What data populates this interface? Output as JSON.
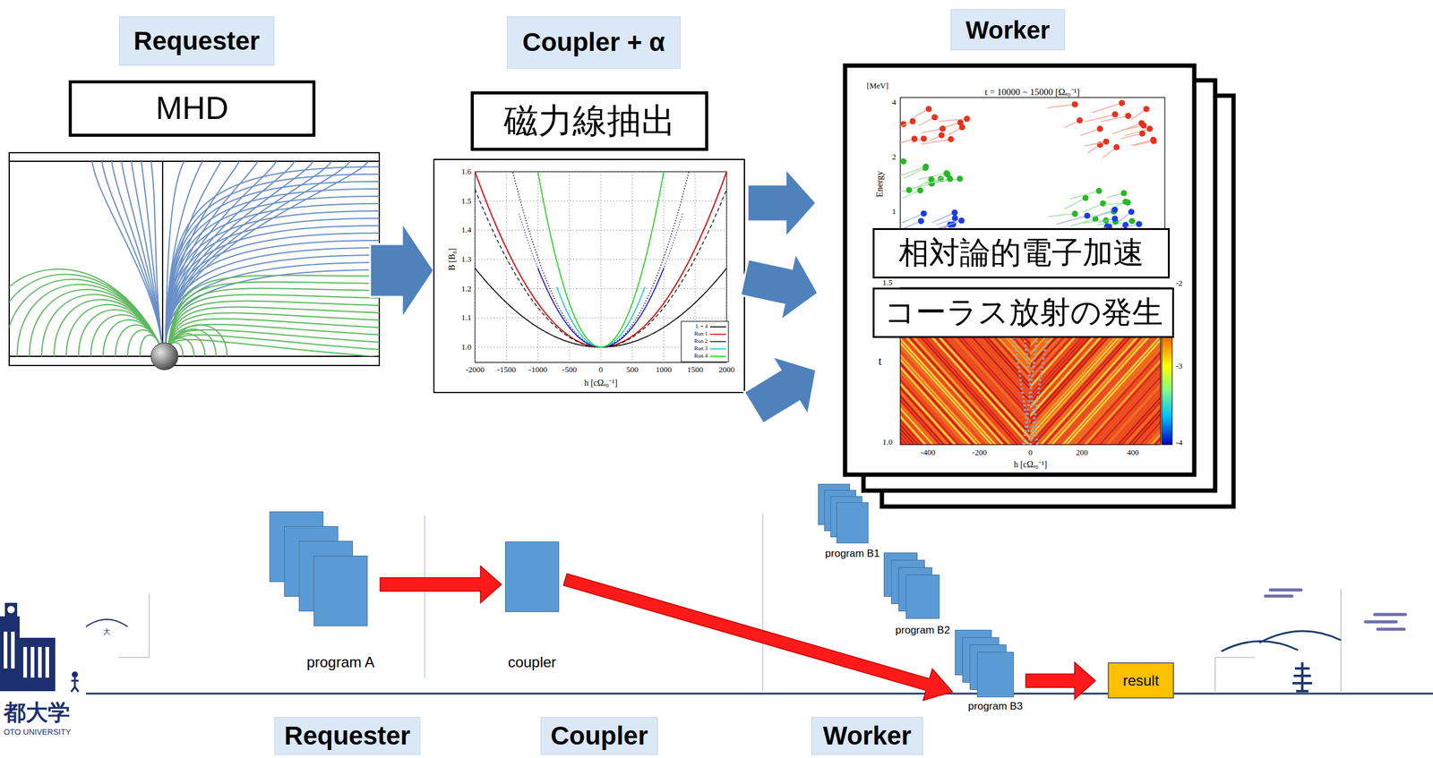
{
  "diagram": {
    "nodes": [
      {
        "text": [
          "Requester"
        ]
      },
      {
        "text": [
          "MHD"
        ]
      },
      {
        "text": [
          "Coupler + α"
        ]
      },
      {
        "text": [
          "磁力線抽出"
        ]
      },
      {
        "text": [
          "Worker"
        ]
      },
      {
        "text": [
          "相対論的電子加速"
        ]
      },
      {
        "text": [
          "コーラス放射の発生"
        ]
      },
      {
        "text": [
          "program A"
        ]
      },
      {
        "text": [
          "coupler"
        ]
      },
      {
        "text": [
          "program B1"
        ]
      },
      {
        "text": [
          "program B2"
        ]
      },
      {
        "text": [
          "program B3"
        ]
      },
      {
        "text": [
          "result"
        ]
      },
      {
        "text": [
          "Requester"
        ]
      },
      {
        "text": [
          "Coupler"
        ]
      },
      {
        "text": [
          "Worker"
        ]
      }
    ],
    "edges": [
      {
        "from": 7,
        "to": 8,
        "arrow": "to"
      },
      {
        "from": 8,
        "to": 11,
        "arrow": "to"
      },
      {
        "from": 11,
        "to": 12,
        "arrow": "to"
      }
    ],
    "labels": [
      "1.6",
      "1.5",
      "1.4",
      "1.3",
      "1.2",
      "1.1",
      "1.0",
      "B [B₀]",
      "-2000",
      "-1500",
      "-1000",
      "-500",
      "0",
      "500",
      "1000",
      "1500",
      "2000",
      "h [cΩₑ₀⁻¹]",
      "[MeV]",
      "t = 10000 − 15000 [Ωₑ₀⁻¹]",
      "Energy",
      "4",
      "2",
      "1",
      "1.5",
      "t",
      "1.0",
      "-400",
      "-200",
      "0",
      "200",
      "400",
      "h [cΩₑ₀⁻¹]",
      "-2",
      "-3",
      "-4",
      "大",
      "都大学",
      "OTO UNIVERSITY"
    ],
    "legend": [
      {
        "text": "L = 4"
      },
      {
        "text": "Run 1"
      },
      {
        "text": "Run 2"
      },
      {
        "text": "Run 3"
      },
      {
        "text": "Run 4"
      }
    ]
  }
}
